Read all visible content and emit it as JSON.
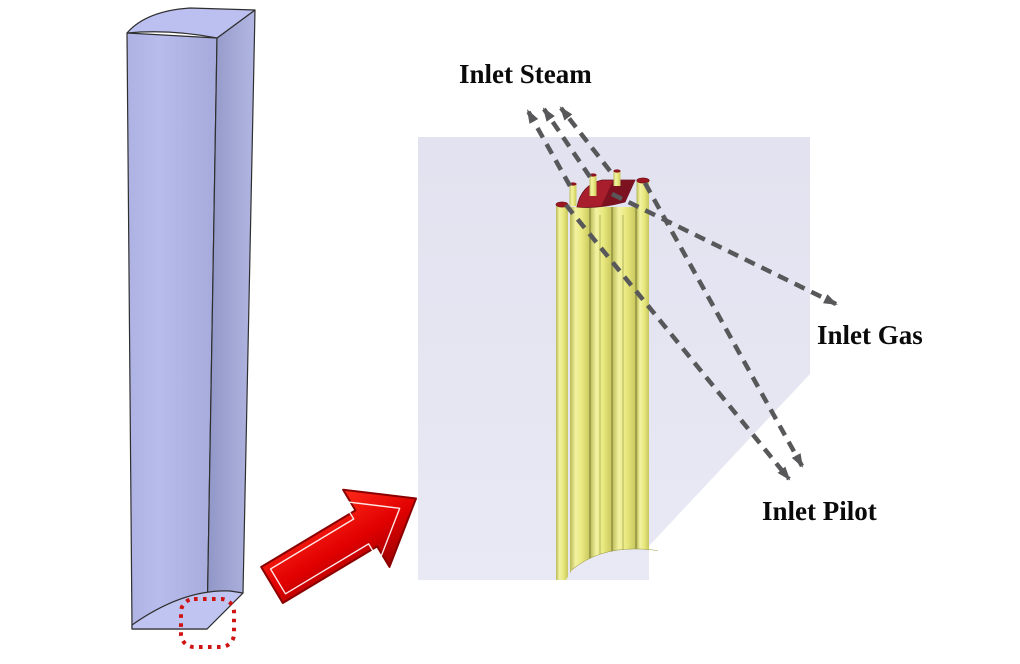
{
  "diagram": {
    "type": "cfd-burner-geometry-figure",
    "labels": {
      "steam": "Inlet Steam",
      "gas": "Inlet Gas",
      "pilot": "Inlet Pilot"
    },
    "annotations": {
      "steam_arrow_count": 3,
      "gas_arrow_count": 1,
      "pilot_arrow_count": 2
    },
    "colors": {
      "model_body_lavender": "#b2b6e6",
      "model_face_shadow": "#9aa0cf",
      "model_top_face": "#bcc0f0",
      "detail_panel": "#e3e3f1",
      "tube_yellow": "#e9e97f",
      "tube_edge_olive": "#80803c",
      "cap_red": "#a81e2d",
      "cap_red_dark": "#7c1220",
      "dashed_arrow_gray": "#58585a",
      "zoom_arrow_red": "#e00000",
      "dotted_box_red": "#cf1212",
      "label_text": "#0a0a0a"
    }
  }
}
